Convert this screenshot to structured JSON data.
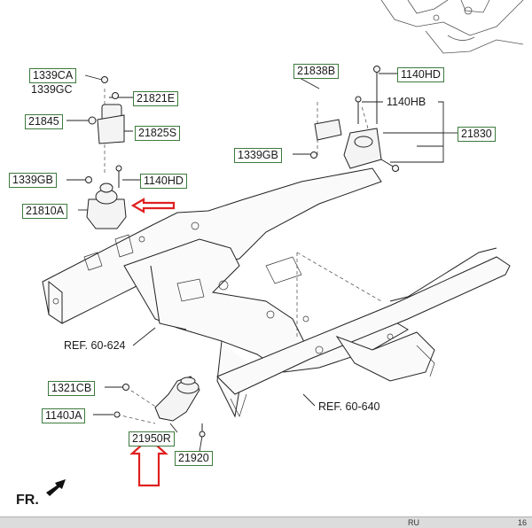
{
  "diagram": {
    "part_labels": [
      {
        "id": "1339CA",
        "text": "1339CA",
        "boxed": true
      },
      {
        "id": "1339GC",
        "text": "1339GC",
        "boxed": false
      },
      {
        "id": "21821E",
        "text": "21821E",
        "boxed": true
      },
      {
        "id": "21845",
        "text": "21845",
        "boxed": true
      },
      {
        "id": "21825S",
        "text": "21825S",
        "boxed": true
      },
      {
        "id": "1339GB-left",
        "text": "1339GB",
        "boxed": true
      },
      {
        "id": "1140HD-left",
        "text": "1140HD",
        "boxed": true
      },
      {
        "id": "21810A",
        "text": "21810A",
        "boxed": true
      },
      {
        "id": "21838B",
        "text": "21838B",
        "boxed": true
      },
      {
        "id": "1140HD-right",
        "text": "1140HD",
        "boxed": true
      },
      {
        "id": "1140HB",
        "text": "1140HB",
        "boxed": false
      },
      {
        "id": "21830",
        "text": "21830",
        "boxed": true
      },
      {
        "id": "1339GB-right",
        "text": "1339GB",
        "boxed": true
      },
      {
        "id": "REF60-624",
        "text": "REF. 60-624",
        "boxed": false
      },
      {
        "id": "1321CB",
        "text": "1321CB",
        "boxed": true
      },
      {
        "id": "1140JA",
        "text": "1140JA",
        "boxed": true
      },
      {
        "id": "21950R",
        "text": "21950R",
        "boxed": true
      },
      {
        "id": "21920",
        "text": "21920",
        "boxed": true
      },
      {
        "id": "REF60-640",
        "text": "REF. 60-640",
        "boxed": false
      }
    ],
    "direction_label": "FR.",
    "highlight_color": "#e02020",
    "box_border_color": "#3d7a3d",
    "line_color": "#222222"
  },
  "taskbar": {
    "left_text": "RU",
    "right_text": "16"
  }
}
